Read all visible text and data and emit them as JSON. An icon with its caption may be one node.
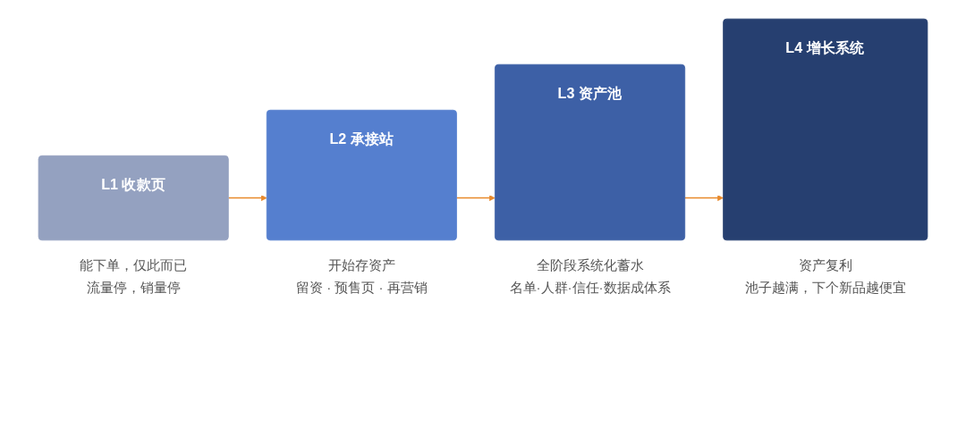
{
  "diagram": {
    "nodes": [
      {
        "text": [
          "L1 收款页"
        ],
        "beside": [
          "能下单，仅此而已",
          "流量停，销量停"
        ]
      },
      {
        "text": [
          "L2 承接站"
        ],
        "beside": [
          "开始存资产",
          "留资 · 预售页 · 再营销"
        ]
      },
      {
        "text": [
          "L3 资产池"
        ],
        "beside": [
          "全阶段系统化蓄水",
          "名单·人群·信任·数据成体系"
        ]
      },
      {
        "text": [
          "L4 增长系统"
        ],
        "beside": [
          "资产复利",
          "池子越满，下个新品越便宜"
        ]
      }
    ],
    "edges": [
      {
        "from": 0,
        "to": 1,
        "arrow": "to"
      },
      {
        "from": 1,
        "to": 2,
        "arrow": "to"
      },
      {
        "from": 2,
        "to": 3,
        "arrow": "to"
      }
    ]
  }
}
